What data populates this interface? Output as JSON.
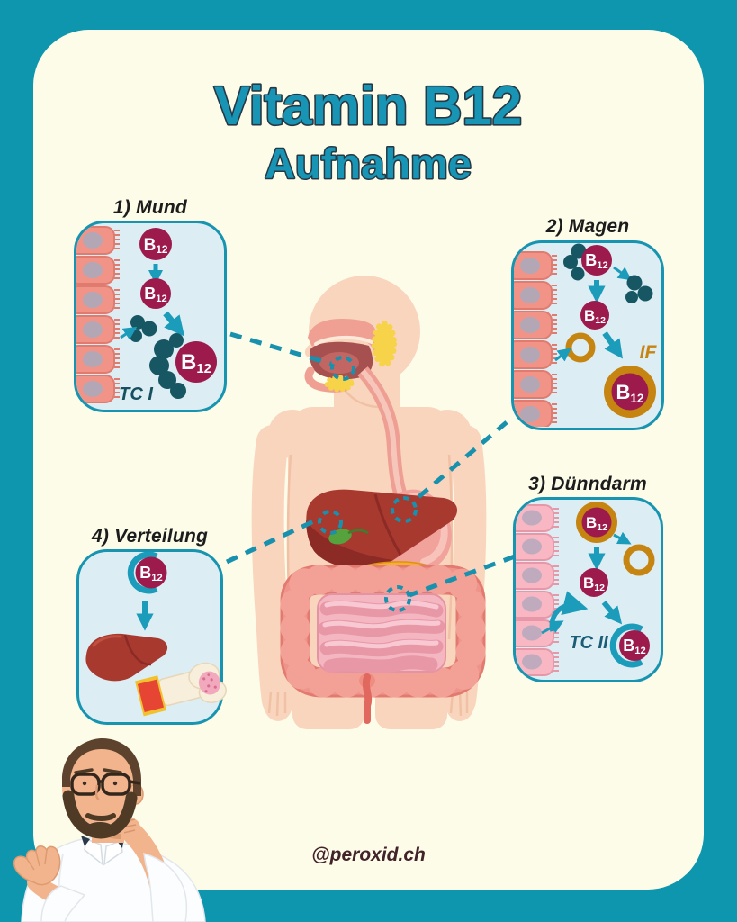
{
  "title": {
    "line1": "Vitamin B12",
    "line2": "Aufnahme"
  },
  "b12": {
    "main": "B",
    "sub": "12"
  },
  "panels": {
    "mund": {
      "title": "1) Mund",
      "carrier": "TC I"
    },
    "magen": {
      "title": "2) Magen",
      "carrier": "IF"
    },
    "duenndarm": {
      "title": "3) Dünndarm",
      "carrier": "TC II"
    },
    "verteilung": {
      "title": "4) Verteilung"
    }
  },
  "footer": {
    "handle": "@peroxid.ch"
  },
  "colors": {
    "background_teal": "#0d96ae",
    "card_cream": "#fdfce9",
    "panel_background": "#dcedf4",
    "accent_teal": "#1694b0",
    "title_fill": "#1894b4",
    "title_outline": "#263844",
    "b12_maroon": "#9c1b4c",
    "arrow_teal": "#1b9cba",
    "carrier_dark_teal": "#16505f",
    "intrinsic_factor_orange": "#c68410",
    "skin": "#f9d5be",
    "footer_text": "#42232a"
  }
}
